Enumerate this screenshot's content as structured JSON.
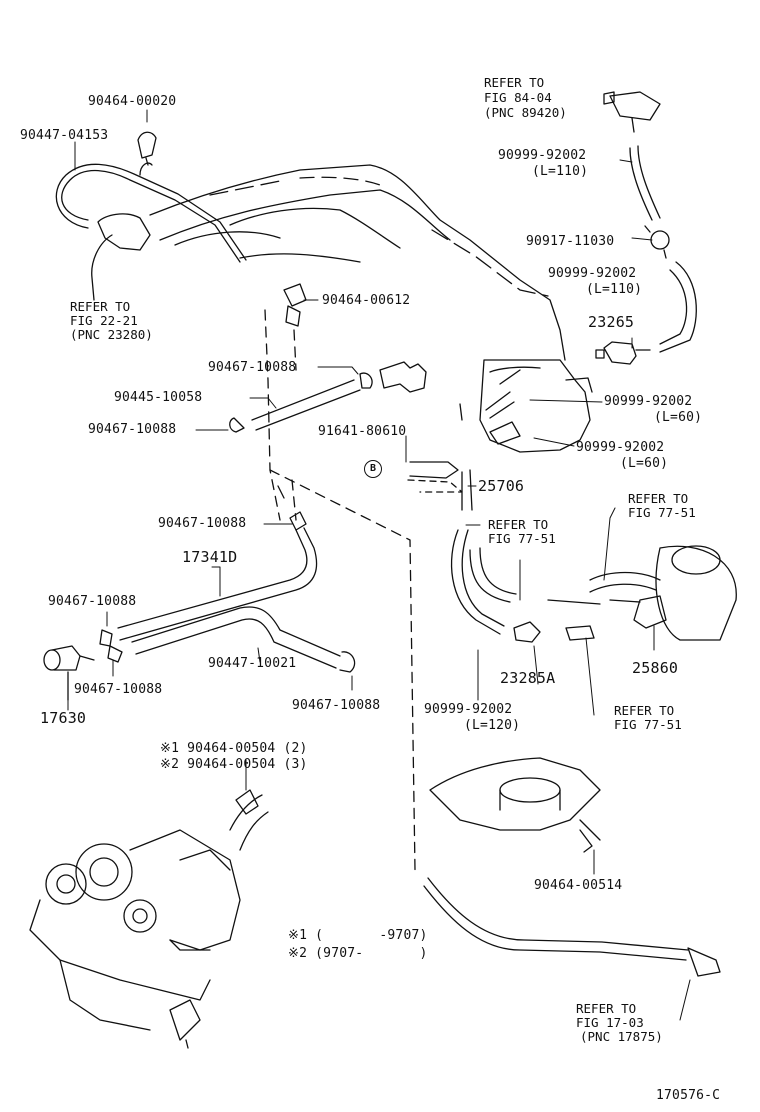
{
  "diagram_code": "170576-C",
  "parts": {
    "p_90464_00020": "90464-00020",
    "p_90447_04153": "90447-04153",
    "p_90464_00612": "90464-00612",
    "p_90467_10088_a": "90467-10088",
    "p_90445_10058": "90445-10058",
    "p_90467_10088_b": "90467-10088",
    "p_91641_80610": "91641-80610",
    "p_90467_10088_c": "90467-10088",
    "p_17341D": "17341D",
    "p_90467_10088_d": "90467-10088",
    "p_90467_10088_e": "90467-10088",
    "p_90447_10021": "90447-10021",
    "p_90467_10088_f": "90467-10088",
    "p_17630": "17630",
    "p_90999_92002_a": "90999-92002",
    "p_90999_92002_a_len": "(L=110)",
    "p_90917_11030": "90917-11030",
    "p_90999_92002_b": "90999-92002",
    "p_90999_92002_b_len": "(L=110)",
    "p_23265": "23265",
    "p_90999_92002_c": "90999-92002",
    "p_90999_92002_c_len": "(L=60)",
    "p_90999_92002_d": "90999-92002",
    "p_90999_92002_d_len": "(L=60)",
    "p_25706": "25706",
    "p_25860": "25860",
    "p_23285A": "23285A",
    "p_90999_92002_e": "90999-92002",
    "p_90999_92002_e_len": "(L=120)",
    "p_90464_00514": "90464-00514",
    "note1": "※1 90464-00504 (2)",
    "note2": "※2 90464-00504 (3)",
    "range1": "※1 (       -9707)",
    "range2": "※2 (9707-       )",
    "circle_b": "B"
  },
  "refs": {
    "fig84_l1": "REFER TO",
    "fig84_l2": "FIG 84-04",
    "fig84_l3": "(PNC 89420)",
    "fig22_l1": "REFER TO",
    "fig22_l2": "FIG 22-21",
    "fig22_l3": "(PNC 23280)",
    "fig77a_l1": "REFER TO",
    "fig77a_l2": "FIG 77-51",
    "fig77b_l1": "REFER TO",
    "fig77b_l2": "FIG 77-51",
    "fig77c_l1": "REFER TO",
    "fig77c_l2": "FIG 77-51",
    "fig17_l1": "REFER TO",
    "fig17_l2": "FIG 17-03",
    "fig17_l3": "(PNC 17875)"
  }
}
